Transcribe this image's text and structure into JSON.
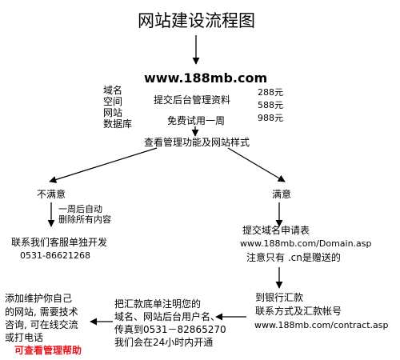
{
  "title": "网站建设流程图",
  "site_url": "www.188mb.com",
  "left_items": [
    "域名",
    "空间",
    "网站",
    "数据库"
  ],
  "submit_label": "提交后台管理资料",
  "prices": [
    "288元",
    "588元",
    "988元"
  ],
  "trial_label": "免费试用一周",
  "review_label": "查看管理功能及网站样式",
  "unsatisfied": {
    "label": "不满意",
    "note": [
      "一周后自动",
      "删除所有内容"
    ],
    "contact": [
      "联系我们客服单独开发",
      "0531-86621268"
    ]
  },
  "satisfied": {
    "label": "满意",
    "domain_apply": [
      "提交域名申请表",
      "www.188mb.com/Domain.asp",
      "注意只有 .cn是赠送的"
    ],
    "bank": [
      "到银行汇款",
      "联系方式及汇款帐号",
      "www.188mb.com/contract.asp"
    ]
  },
  "fax_step": [
    "把汇款底单注明您的",
    "域名、网站后台用户名、",
    "传真到0531－82865270",
    "我们会在24小时内开通"
  ],
  "maintenance": [
    "添加维护你自己",
    "的网站, 需要技术",
    "咨询, 可在线交流",
    "或打电话"
  ],
  "help_link": "可查看管理帮助",
  "colors": {
    "help_link": "#e8141b",
    "line": "#000000"
  }
}
